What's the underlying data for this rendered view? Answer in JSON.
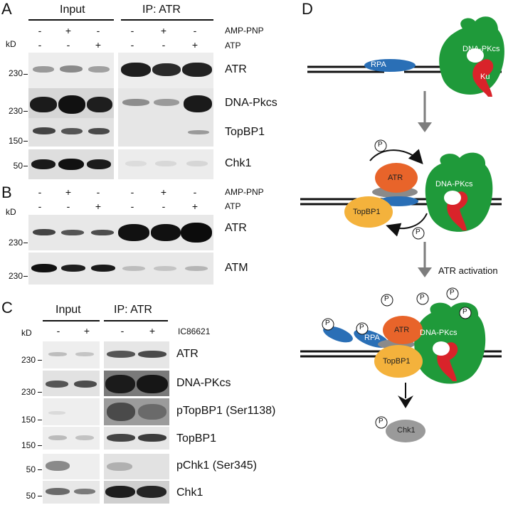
{
  "panels": {
    "a": "A",
    "b": "B",
    "c": "C",
    "d": "D"
  },
  "panel_a": {
    "group_input": "Input",
    "group_ip": "IP: ATR",
    "row_amppnp_signs": [
      "-",
      "+",
      "-",
      "-",
      "+",
      "-"
    ],
    "row_atp_signs": [
      "-",
      "-",
      "+",
      "-",
      "-",
      "+"
    ],
    "cond_amppnp": "AMP-PNP",
    "cond_atp": "ATP",
    "kd": "kD",
    "blots": [
      {
        "protein": "ATR",
        "mw": "230"
      },
      {
        "protein": "DNA-Pkcs",
        "mw": "230"
      },
      {
        "protein": "TopBP1",
        "mw": "150"
      },
      {
        "protein": "Chk1",
        "mw": "50"
      }
    ]
  },
  "panel_b": {
    "row_amppnp_signs": [
      "-",
      "+",
      "-",
      "-",
      "+",
      "-"
    ],
    "row_atp_signs": [
      "-",
      "-",
      "+",
      "-",
      "-",
      "+"
    ],
    "cond_amppnp": "AMP-PNP",
    "cond_atp": "ATP",
    "kd": "kD",
    "blots": [
      {
        "protein": "ATR",
        "mw": "230"
      },
      {
        "protein": "ATM",
        "mw": "230"
      }
    ]
  },
  "panel_c": {
    "group_input": "Input",
    "group_ip": "IP: ATR",
    "signs": [
      "-",
      "+",
      "-",
      "+"
    ],
    "cond": "IC86621",
    "kd": "kD",
    "blots": [
      {
        "protein": "ATR",
        "mw": "230"
      },
      {
        "protein": "DNA-PKcs",
        "mw": "230"
      },
      {
        "protein": "pTopBP1 (Ser1138)",
        "mw": "150"
      },
      {
        "protein": "TopBP1",
        "mw": "150"
      },
      {
        "protein": "pChk1 (Ser345)",
        "mw": "50"
      },
      {
        "protein": "Chk1",
        "mw": "50"
      }
    ]
  },
  "panel_d": {
    "dnapkcs": "DNA-PKcs",
    "ku": "Ku",
    "rpa": "RPA",
    "atr": "ATR",
    "topbp1": "TopBP1",
    "chk1": "Chk1",
    "phospho": "P",
    "activation": "ATR activation"
  },
  "colors": {
    "dnapkcs_green": "#1f9a3a",
    "ku_red": "#d9232a",
    "rpa_blue": "#2a6fb6",
    "atr_orange": "#e8642a",
    "topbp1_yellow": "#f4b23c",
    "chk1_gray": "#9a9a9a",
    "arrow_gray": "#7d7d7d"
  }
}
